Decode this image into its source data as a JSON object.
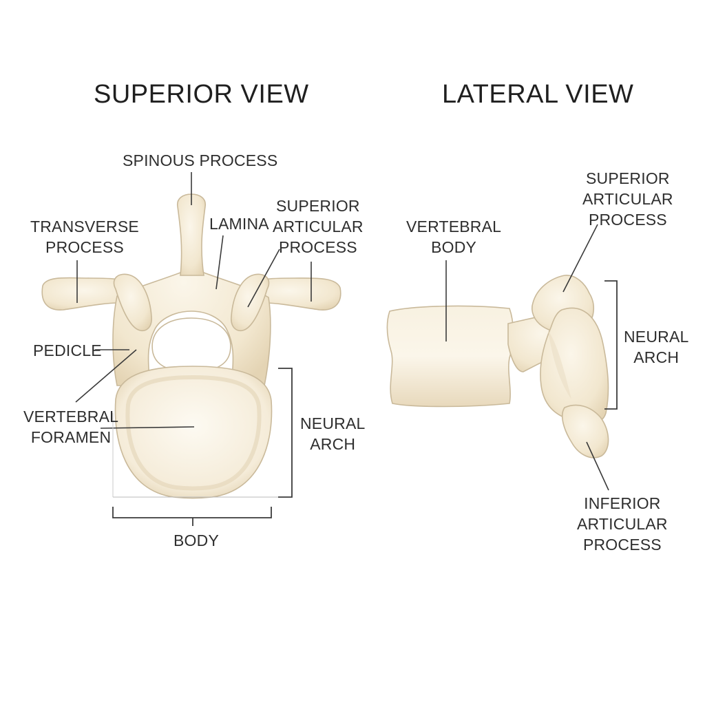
{
  "titles": {
    "superior": "SUPERIOR VIEW",
    "lateral": "LATERAL VIEW"
  },
  "superior_labels": {
    "spinous_process": "SPINOUS PROCESS",
    "transverse_process": [
      "TRANSVERSE",
      "PROCESS"
    ],
    "lamina": "LAMINA",
    "superior_articular_process": [
      "SUPERIOR",
      "ARTICULAR",
      "PROCESS"
    ],
    "pedicle": "PEDICLE",
    "vertebral_foramen": [
      "VERTEBRAL",
      "FORAMEN"
    ],
    "neural_arch": [
      "NEURAL",
      "ARCH"
    ],
    "body": "BODY"
  },
  "lateral_labels": {
    "vertebral_body": [
      "VERTEBRAL",
      "BODY"
    ],
    "superior_articular_process": [
      "SUPERIOR",
      "ARTICULAR",
      "PROCESS"
    ],
    "neural_arch": [
      "NEURAL",
      "ARCH"
    ],
    "inferior_articular_process": [
      "INFERIOR",
      "ARTICULAR",
      "PROCESS"
    ]
  },
  "colors": {
    "bone": "#f4ebd6",
    "bone_outline": "#c9b99a",
    "leader": "#3a3a3a",
    "background": "#ffffff"
  }
}
